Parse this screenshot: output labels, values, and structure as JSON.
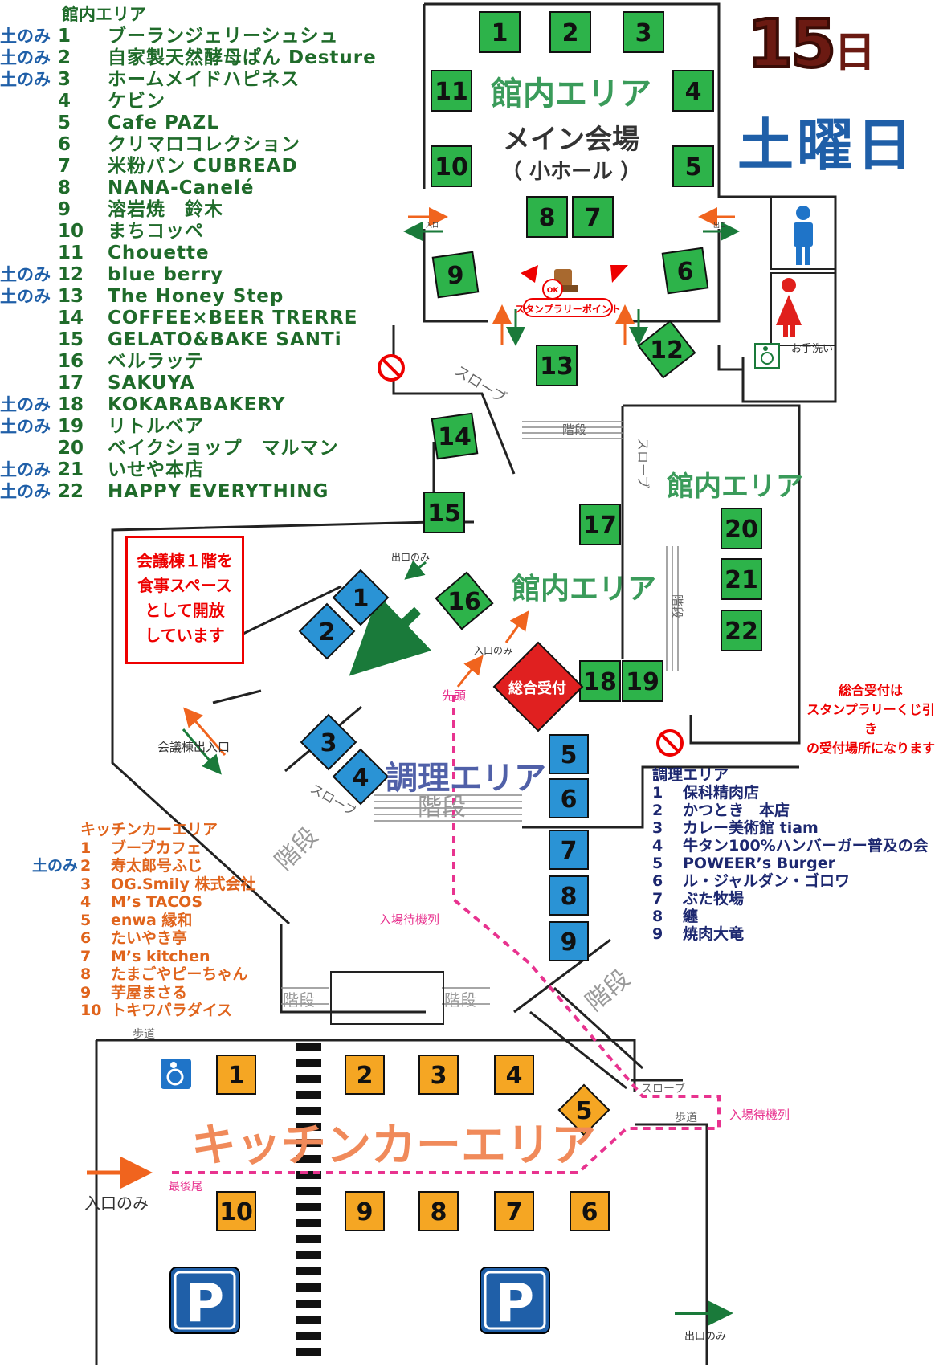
{
  "title": {
    "date": "15",
    "day_char": "日",
    "weekday": "土曜日"
  },
  "inner_area": {
    "heading": "館内エリア",
    "sat_only_label": "土のみ",
    "items": [
      {
        "num": "1",
        "name": "ブーランジェリーシュシュ",
        "sat_only": true
      },
      {
        "num": "2",
        "name": "自家製天然酵母ぱん Desture",
        "sat_only": true
      },
      {
        "num": "3",
        "name": "ホームメイドハピネス",
        "sat_only": true
      },
      {
        "num": "4",
        "name": "ケビン",
        "sat_only": false
      },
      {
        "num": "5",
        "name": "Cafe  PAZL",
        "sat_only": false
      },
      {
        "num": "6",
        "name": "クリマロコレクション",
        "sat_only": false
      },
      {
        "num": "7",
        "name": "米粉パン CUBREAD",
        "sat_only": false
      },
      {
        "num": "8",
        "name": "NANA-Canelé",
        "sat_only": false
      },
      {
        "num": "9",
        "name": "溶岩焼　鈴木",
        "sat_only": false
      },
      {
        "num": "10",
        "name": "まちコッペ",
        "sat_only": false
      },
      {
        "num": "11",
        "name": "Chouette",
        "sat_only": false
      },
      {
        "num": "12",
        "name": "blue  berry",
        "sat_only": true
      },
      {
        "num": "13",
        "name": "The  Honey  Step",
        "sat_only": true
      },
      {
        "num": "14",
        "name": "COFFEE×BEER  TRERRE",
        "sat_only": false
      },
      {
        "num": "15",
        "name": "GELATO&BAKE  SANTi",
        "sat_only": false
      },
      {
        "num": "16",
        "name": "ベルラッテ",
        "sat_only": false
      },
      {
        "num": "17",
        "name": "SAKUYA",
        "sat_only": false
      },
      {
        "num": "18",
        "name": "KOKARABAKERY",
        "sat_only": true
      },
      {
        "num": "19",
        "name": "リトルベア",
        "sat_only": true
      },
      {
        "num": "20",
        "name": "ベイクショップ　マルマン",
        "sat_only": false
      },
      {
        "num": "21",
        "name": "いせや本店",
        "sat_only": true
      },
      {
        "num": "22",
        "name": "HAPPY  EVERYTHING",
        "sat_only": true
      }
    ]
  },
  "kitchen_area": {
    "heading": "キッチンカーエリア",
    "items": [
      {
        "num": "1",
        "name": "ブーブカフェ",
        "sat_only": false
      },
      {
        "num": "2",
        "name": "寿太郎号ふじ",
        "sat_only": true
      },
      {
        "num": "3",
        "name": "OG.Smily 株式会社",
        "sat_only": false
      },
      {
        "num": "4",
        "name": "M’s TACOS",
        "sat_only": false
      },
      {
        "num": "5",
        "name": "enwa 縁和",
        "sat_only": false
      },
      {
        "num": "6",
        "name": "たいやき亭",
        "sat_only": false
      },
      {
        "num": "7",
        "name": "M’s kitchen",
        "sat_only": false
      },
      {
        "num": "8",
        "name": "たまごやピーちゃん",
        "sat_only": false
      },
      {
        "num": "9",
        "name": "芋屋まさる",
        "sat_only": false
      },
      {
        "num": "10",
        "name": "トキワパラダイス",
        "sat_only": false
      }
    ]
  },
  "cooking_area": {
    "heading": "調理エリア",
    "items": [
      {
        "num": "1",
        "name": "保科精肉店"
      },
      {
        "num": "2",
        "name": "かつとき　本店"
      },
      {
        "num": "3",
        "name": "カレー美術館 tiam"
      },
      {
        "num": "4",
        "name": "牛タン100%ハンバーガー普及の会"
      },
      {
        "num": "5",
        "name": "POWEER’s Burger"
      },
      {
        "num": "6",
        "name": "ル・ジャルダン・ゴロワ"
      },
      {
        "num": "7",
        "name": "ぶた牧場"
      },
      {
        "num": "8",
        "name": "纏"
      },
      {
        "num": "9",
        "name": "焼肉大竜"
      }
    ]
  },
  "map_labels": {
    "main_hall_area": "館内エリア",
    "main_hall": "メイン会場",
    "small_hall": "（ 小ホール ）",
    "stamp_point": "スタンプラリーポイント",
    "ok": "OK",
    "entrance": "入口",
    "exit": "出口",
    "slope": "スローブ",
    "stairs": "階段",
    "inner_area_2": "館内エリア",
    "inner_area_3": "館内エリア",
    "exit_only": "出口のみ",
    "entrance_only": "入口のみ",
    "reception": "総合受付",
    "head_of_line": "先頭",
    "cooking_area": "調理エリア",
    "conference_entrance": "会議棟出入口",
    "queue_line": "入場待機列",
    "sidewalk": "歩道",
    "kitchen_car_area": "キッチンカーエリア",
    "last_of_line": "最後尾",
    "entrance_only_bottom": "入口のみ",
    "exit_only_bottom": "出口のみ",
    "washroom": "お手洗い",
    "parking": "P"
  },
  "notice": {
    "lines": [
      "会議棟１階を",
      "食事スペース",
      "として開放",
      "しています"
    ]
  },
  "reception_note": {
    "lines": [
      "総合受付は",
      "スタンプラリーくじ引き",
      "の受付場所になります"
    ]
  },
  "colors": {
    "inner_booth": "#2db34a",
    "cooking_booth": "#2a93d5",
    "kitchen_booth": "#f5a623",
    "reception": "#e02020",
    "queue": "#e8338f",
    "arrow_orange": "#f0641e",
    "arrow_green": "#1a7a3a"
  }
}
